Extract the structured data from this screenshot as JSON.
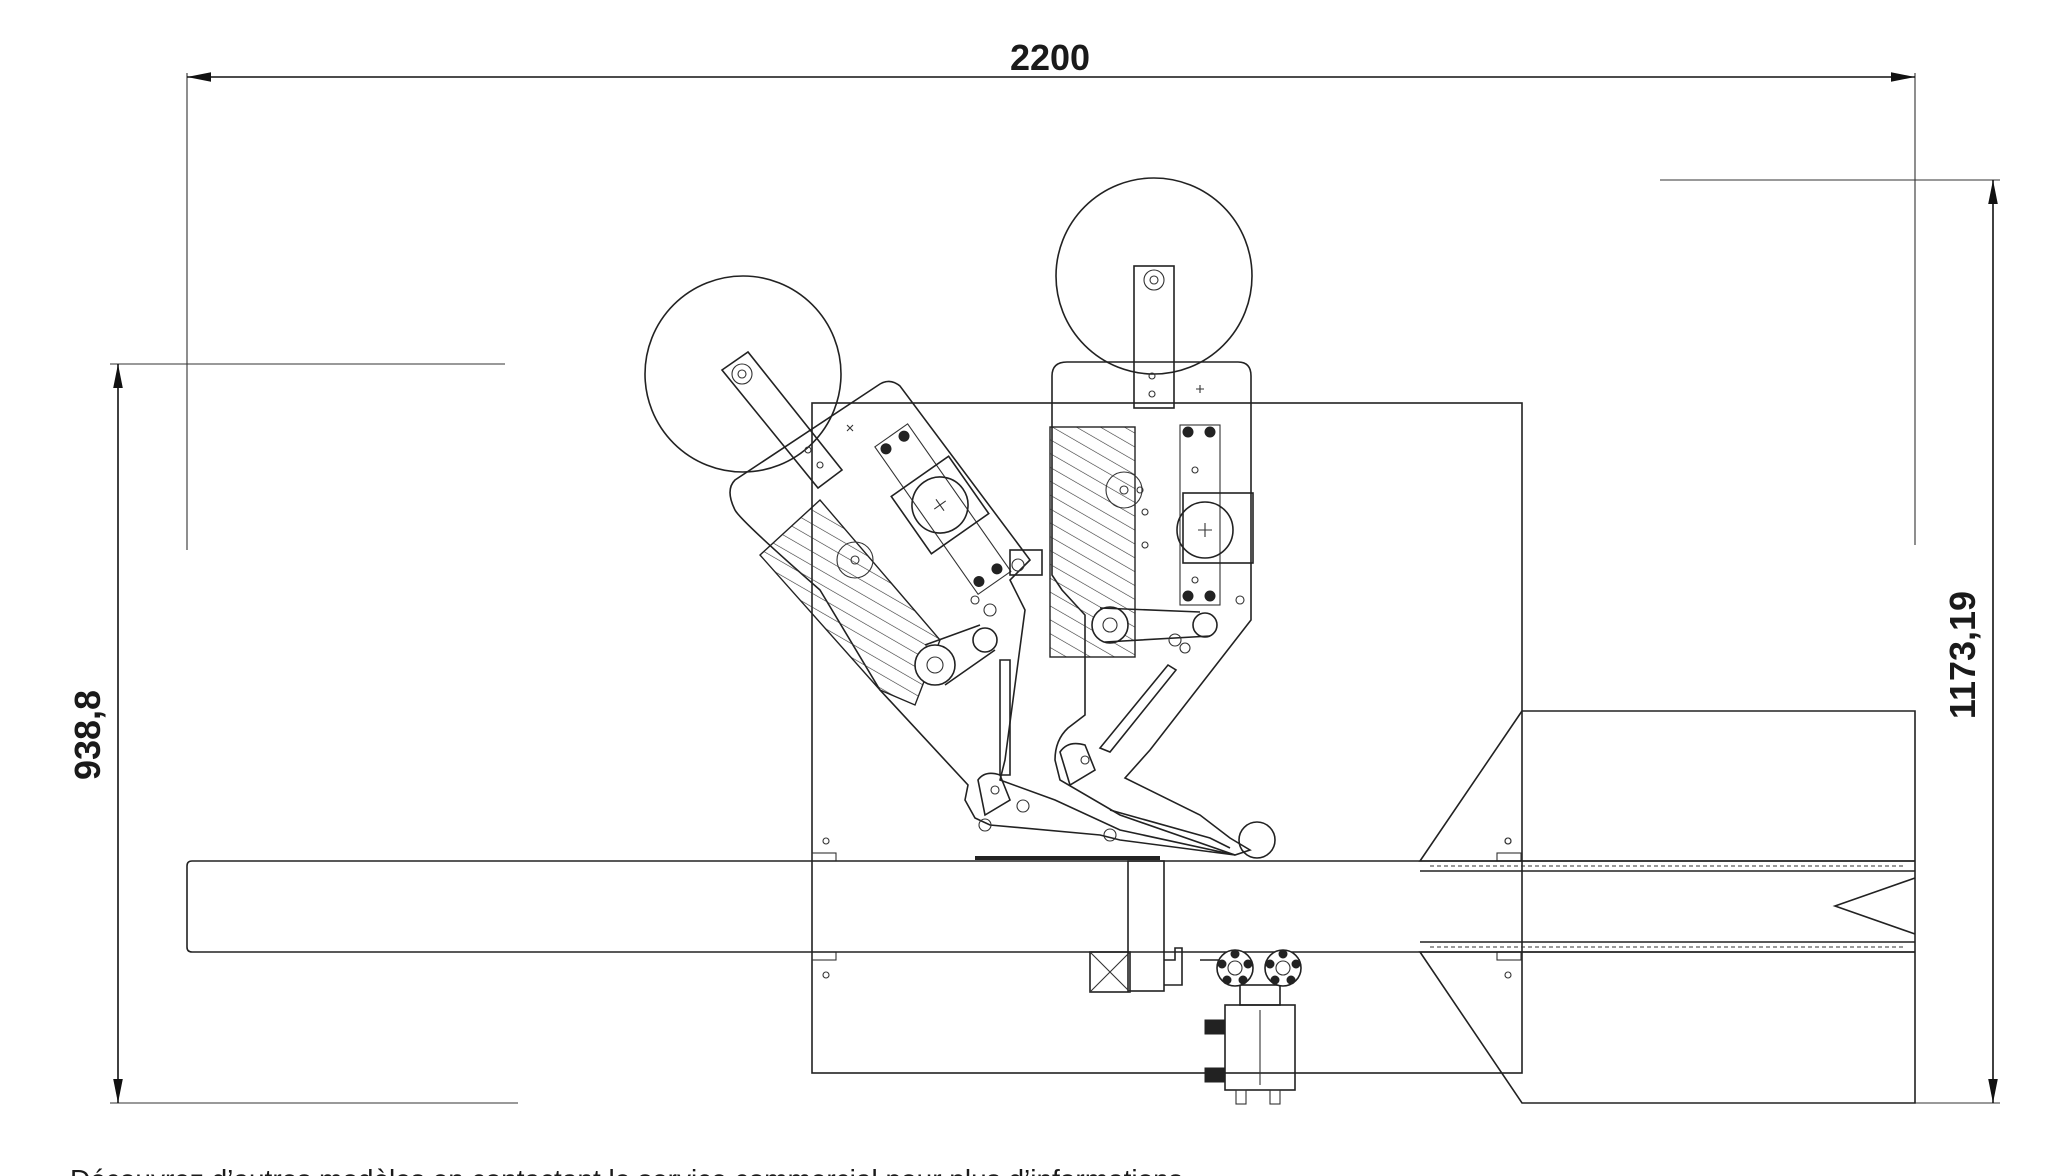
{
  "dimensions": {
    "width_label": "2200",
    "left_height_label": "938,8",
    "right_height_label": "1173,19"
  },
  "caption": "Découvrez d’autres modèles en contactant le service commercial pour plus d’informations."
}
